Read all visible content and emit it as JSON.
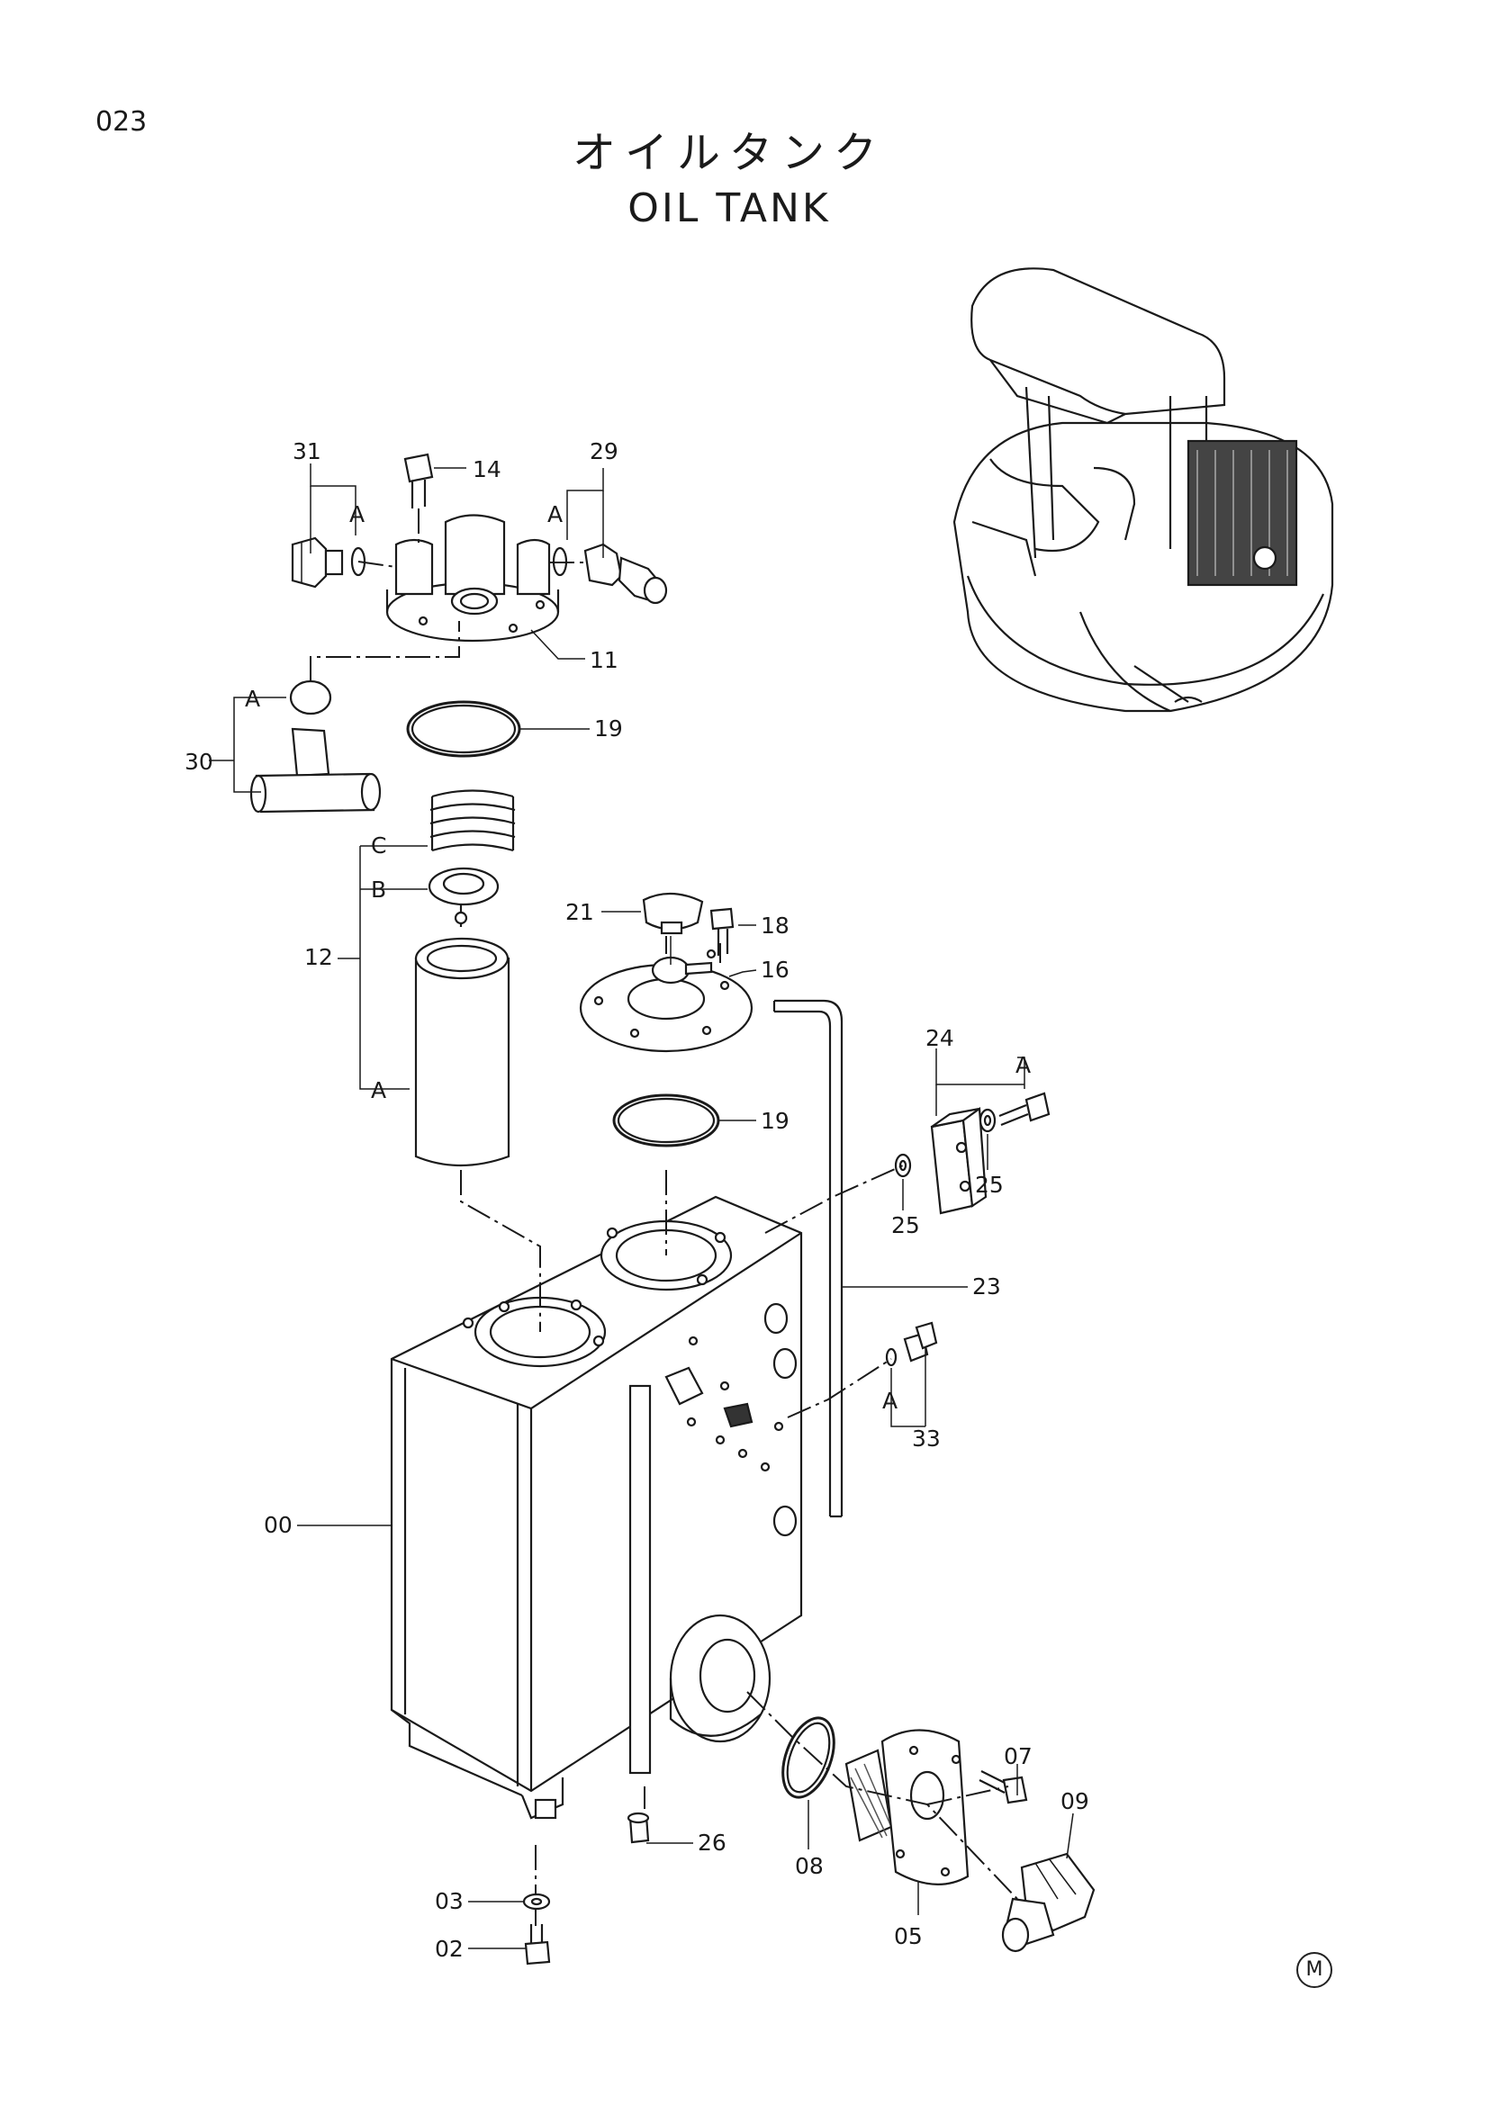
{
  "page_number": "023",
  "title_jp": "オイルタンク",
  "title_en": "OIL TANK",
  "mark": "M",
  "callouts": {
    "p00": "00",
    "p02": "02",
    "p03": "03",
    "p05": "05",
    "p07": "07",
    "p08": "08",
    "p09": "09",
    "p11": "11",
    "p12": "12",
    "p14": "14",
    "p16": "16",
    "p18": "18",
    "p19a": "19",
    "p19b": "19",
    "p21": "21",
    "p23": "23",
    "p24": "24",
    "p25a": "25",
    "p25b": "25",
    "p26": "26",
    "p29": "29",
    "p30": "30",
    "p31": "31",
    "p33": "33"
  },
  "sub_labels": {
    "a31": "A",
    "a29": "A",
    "a30": "A",
    "c12": "C",
    "b12": "B",
    "a12": "A",
    "a24": "A",
    "a33": "A"
  }
}
